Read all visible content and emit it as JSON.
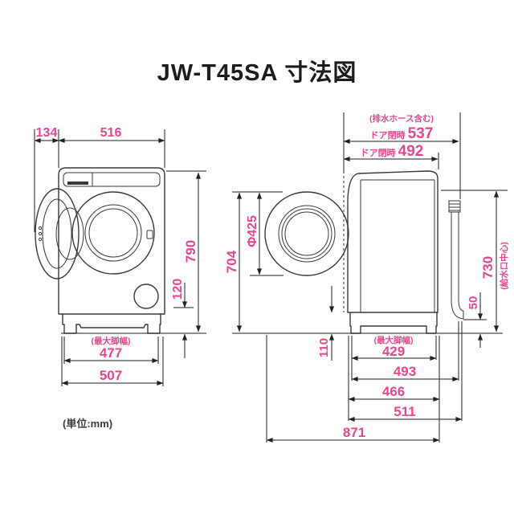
{
  "title": "JW-T45SA 寸法図",
  "unit_note": "(単位:mm)",
  "colors": {
    "dimension_text": "#e8468e",
    "line": "#3a3a3a",
    "background": "#ffffff"
  },
  "front_view": {
    "door_protrusion_width": "134",
    "body_width": "516",
    "total_height": "790",
    "base_height": "120",
    "max_foot_width_note": "(最大脚幅)",
    "max_foot_width": "477",
    "base_width": "507"
  },
  "side_view": {
    "drain_hose_note": "(排水ホース含む)",
    "door_closed_prefix": "ドア閉時",
    "depth_door_closed_with_hose": "537",
    "depth_door_closed": "492",
    "door_top_height": "704",
    "door_diameter": "Φ425",
    "water_inlet_height": "730",
    "water_inlet_note": "(給水口中心)",
    "hose_outlet_height": "50",
    "base_rear_height": "110",
    "max_foot_depth_note": "(最大脚幅)",
    "max_foot_depth": "429",
    "depth_foot_to_hose": "493",
    "depth_body": "466",
    "depth_base_to_hose": "511",
    "total_depth_door_open": "871"
  }
}
